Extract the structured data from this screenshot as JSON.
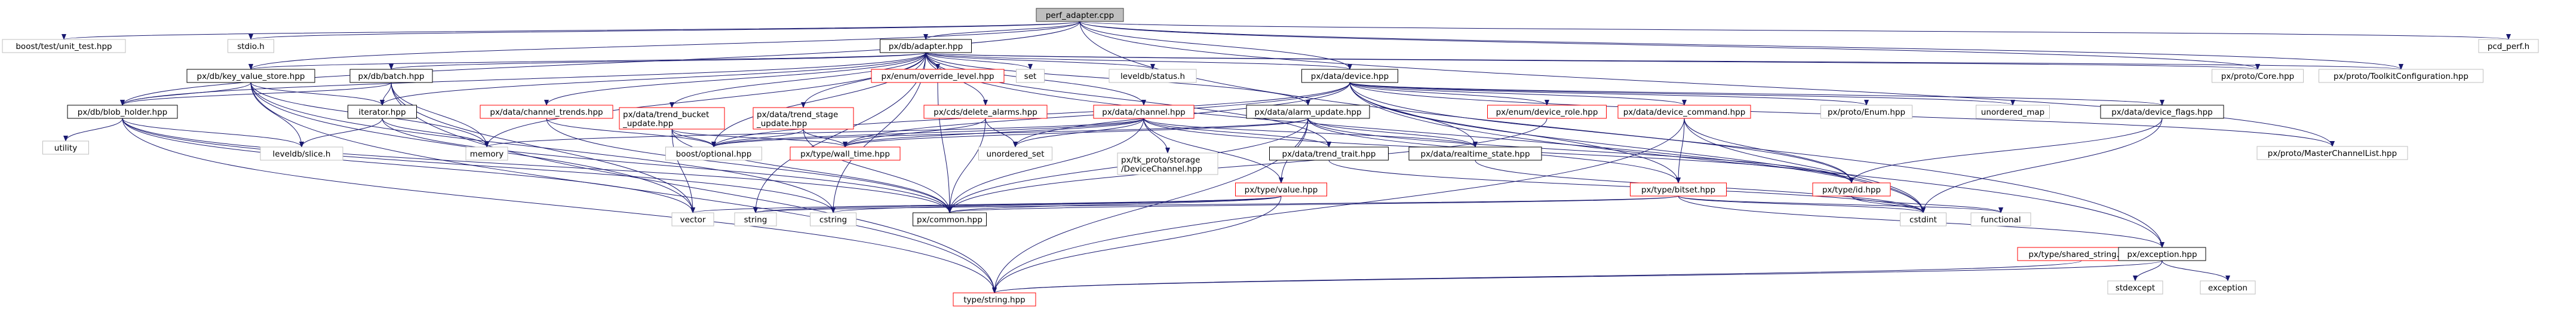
{
  "graph": {
    "nodes": [
      {
        "id": "root",
        "label": "perf_adapter.cpp",
        "kind": "root"
      },
      {
        "id": "unit_test",
        "label": "boost/test/unit_test.hpp",
        "kind": "system"
      },
      {
        "id": "stdio",
        "label": "stdio.h",
        "kind": "system"
      },
      {
        "id": "pcd_perf",
        "label": "pcd_perf.h",
        "kind": "system"
      },
      {
        "id": "adapter",
        "label": "px/db/adapter.hpp",
        "kind": "local"
      },
      {
        "id": "kv_store",
        "label": "px/db/key_value_store.hpp",
        "kind": "local"
      },
      {
        "id": "batch",
        "label": "px/db/batch.hpp",
        "kind": "local"
      },
      {
        "id": "blob_holder",
        "label": "px/db/blob_holder.hpp",
        "kind": "local"
      },
      {
        "id": "iterator",
        "label": "iterator.hpp",
        "kind": "local"
      },
      {
        "id": "utility",
        "label": "utility",
        "kind": "system"
      },
      {
        "id": "leveldb_slice",
        "label": "leveldb/slice.h",
        "kind": "system"
      },
      {
        "id": "memory",
        "label": "memory",
        "kind": "system"
      },
      {
        "id": "channel_trends",
        "label": "px/data/channel_trends.hpp",
        "kind": "missing"
      },
      {
        "id": "trend_bucket",
        "label": "px/data/trend_bucket\n_update.hpp",
        "kind": "missing"
      },
      {
        "id": "trend_stage",
        "label": "px/data/trend_stage\n_update.hpp",
        "kind": "missing"
      },
      {
        "id": "override_level",
        "label": "px/enum/override_level.hpp",
        "kind": "missing"
      },
      {
        "id": "delete_alarms",
        "label": "px/cds/delete_alarms.hpp",
        "kind": "missing"
      },
      {
        "id": "channel",
        "label": "px/data/channel.hpp",
        "kind": "missing"
      },
      {
        "id": "alarm_update",
        "label": "px/data/alarm_update.hpp",
        "kind": "local"
      },
      {
        "id": "set",
        "label": "set",
        "kind": "system"
      },
      {
        "id": "leveldb_status",
        "label": "leveldb/status.h",
        "kind": "system"
      },
      {
        "id": "device",
        "label": "px/data/device.hpp",
        "kind": "local"
      },
      {
        "id": "device_role",
        "label": "px/enum/device_role.hpp",
        "kind": "missing"
      },
      {
        "id": "device_command",
        "label": "px/data/device_command.hpp",
        "kind": "missing"
      },
      {
        "id": "proto_enum",
        "label": "px/proto/Enum.hpp",
        "kind": "system"
      },
      {
        "id": "unordered_map",
        "label": "unordered_map",
        "kind": "system"
      },
      {
        "id": "device_flags",
        "label": "px/data/device_flags.hpp",
        "kind": "local"
      },
      {
        "id": "proto_core",
        "label": "px/proto/Core.hpp",
        "kind": "system"
      },
      {
        "id": "toolkit_config",
        "label": "px/proto/ToolkitConfiguration.hpp",
        "kind": "system"
      },
      {
        "id": "master_channel",
        "label": "px/proto/MasterChannelList.hpp",
        "kind": "system"
      },
      {
        "id": "boost_optional",
        "label": "boost/optional.hpp",
        "kind": "system"
      },
      {
        "id": "wall_time",
        "label": "px/type/wall_time.hpp",
        "kind": "missing"
      },
      {
        "id": "unordered_set",
        "label": "unordered_set",
        "kind": "system"
      },
      {
        "id": "tk_storage",
        "label": "px/tk_proto/storage\n/DeviceChannel.hpp",
        "kind": "system"
      },
      {
        "id": "trend_trait",
        "label": "px/data/trend_trait.hpp",
        "kind": "local"
      },
      {
        "id": "realtime_state",
        "label": "px/data/realtime_state.hpp",
        "kind": "local"
      },
      {
        "id": "type_value",
        "label": "px/type/value.hpp",
        "kind": "missing"
      },
      {
        "id": "bitset",
        "label": "px/type/bitset.hpp",
        "kind": "missing"
      },
      {
        "id": "type_id",
        "label": "px/type/id.hpp",
        "kind": "missing"
      },
      {
        "id": "common",
        "label": "px/common.hpp",
        "kind": "local"
      },
      {
        "id": "vector",
        "label": "vector",
        "kind": "system"
      },
      {
        "id": "string",
        "label": "string",
        "kind": "system"
      },
      {
        "id": "cstring",
        "label": "cstring",
        "kind": "system"
      },
      {
        "id": "cstdint",
        "label": "cstdint",
        "kind": "system"
      },
      {
        "id": "functional",
        "label": "functional",
        "kind": "system"
      },
      {
        "id": "shared_string",
        "label": "px/type/shared_string.hpp",
        "kind": "missing"
      },
      {
        "id": "exception_hpp",
        "label": "px/exception.hpp",
        "kind": "local"
      },
      {
        "id": "stdexcept",
        "label": "stdexcept",
        "kind": "system"
      },
      {
        "id": "exception",
        "label": "exception",
        "kind": "system"
      },
      {
        "id": "type_string",
        "label": "type/string.hpp",
        "kind": "missing"
      }
    ],
    "edges": [
      [
        "root",
        "unit_test"
      ],
      [
        "root",
        "stdio"
      ],
      [
        "root",
        "adapter"
      ],
      [
        "root",
        "kv_store"
      ],
      [
        "root",
        "blob_holder"
      ],
      [
        "root",
        "device"
      ],
      [
        "root",
        "proto_core"
      ],
      [
        "root",
        "toolkit_config"
      ],
      [
        "root",
        "master_channel"
      ],
      [
        "root",
        "pcd_perf"
      ],
      [
        "root",
        "exception_hpp"
      ],
      [
        "adapter",
        "kv_store"
      ],
      [
        "adapter",
        "batch"
      ],
      [
        "adapter",
        "blob_holder"
      ],
      [
        "adapter",
        "iterator"
      ],
      [
        "adapter",
        "channel_trends"
      ],
      [
        "adapter",
        "trend_bucket"
      ],
      [
        "adapter",
        "trend_stage"
      ],
      [
        "adapter",
        "override_level"
      ],
      [
        "adapter",
        "delete_alarms"
      ],
      [
        "adapter",
        "channel"
      ],
      [
        "adapter",
        "alarm_update"
      ],
      [
        "adapter",
        "set"
      ],
      [
        "adapter",
        "leveldb_status"
      ],
      [
        "adapter",
        "device"
      ],
      [
        "adapter",
        "proto_core"
      ],
      [
        "adapter",
        "toolkit_config"
      ],
      [
        "adapter",
        "memory"
      ],
      [
        "adapter",
        "trend_trait"
      ],
      [
        "adapter",
        "boost_optional"
      ],
      [
        "adapter",
        "string"
      ],
      [
        "adapter",
        "cstring"
      ],
      [
        "adapter",
        "cstdint"
      ],
      [
        "kv_store",
        "blob_holder"
      ],
      [
        "kv_store",
        "iterator"
      ],
      [
        "kv_store",
        "memory"
      ],
      [
        "kv_store",
        "leveldb_slice"
      ],
      [
        "kv_store",
        "vector"
      ],
      [
        "kv_store",
        "type_string"
      ],
      [
        "kv_store",
        "cstring"
      ],
      [
        "batch",
        "blob_holder"
      ],
      [
        "batch",
        "iterator"
      ],
      [
        "batch",
        "memory"
      ],
      [
        "batch",
        "type_string"
      ],
      [
        "batch",
        "vector"
      ],
      [
        "blob_holder",
        "utility"
      ],
      [
        "blob_holder",
        "leveldb_slice"
      ],
      [
        "blob_holder",
        "vector"
      ],
      [
        "blob_holder",
        "common"
      ],
      [
        "blob_holder",
        "type_string"
      ],
      [
        "blob_holder",
        "cstring"
      ],
      [
        "iterator",
        "leveldb_slice"
      ],
      [
        "iterator",
        "memory"
      ],
      [
        "iterator",
        "common"
      ],
      [
        "channel_trends",
        "boost_optional"
      ],
      [
        "channel_trends",
        "common"
      ],
      [
        "trend_bucket",
        "boost_optional"
      ],
      [
        "trend_bucket",
        "wall_time"
      ],
      [
        "trend_bucket",
        "vector"
      ],
      [
        "trend_bucket",
        "common"
      ],
      [
        "trend_stage",
        "wall_time"
      ],
      [
        "trend_stage",
        "boost_optional"
      ],
      [
        "trend_stage",
        "common"
      ],
      [
        "override_level",
        "common"
      ],
      [
        "delete_alarms",
        "wall_time"
      ],
      [
        "delete_alarms",
        "unordered_set"
      ],
      [
        "delete_alarms",
        "common"
      ],
      [
        "channel",
        "memory"
      ],
      [
        "channel",
        "boost_optional"
      ],
      [
        "channel",
        "wall_time"
      ],
      [
        "channel",
        "unordered_set"
      ],
      [
        "channel",
        "tk_storage"
      ],
      [
        "channel",
        "trend_trait"
      ],
      [
        "channel",
        "realtime_state"
      ],
      [
        "channel",
        "type_value"
      ],
      [
        "channel",
        "common"
      ],
      [
        "channel",
        "type_id"
      ],
      [
        "alarm_update",
        "wall_time"
      ],
      [
        "alarm_update",
        "type_value"
      ],
      [
        "alarm_update",
        "realtime_state"
      ],
      [
        "alarm_update",
        "type_string"
      ],
      [
        "alarm_update",
        "common"
      ],
      [
        "alarm_update",
        "type_id"
      ],
      [
        "alarm_update",
        "boost_optional"
      ],
      [
        "alarm_update",
        "bitset"
      ],
      [
        "device",
        "device_role"
      ],
      [
        "device",
        "device_command"
      ],
      [
        "device",
        "proto_enum"
      ],
      [
        "device",
        "unordered_map"
      ],
      [
        "device",
        "device_flags"
      ],
      [
        "device",
        "bitset"
      ],
      [
        "device",
        "type_id"
      ],
      [
        "device",
        "wall_time"
      ],
      [
        "device",
        "realtime_state"
      ],
      [
        "device",
        "boost_optional"
      ],
      [
        "device",
        "cstdint"
      ],
      [
        "device",
        "unordered_set"
      ],
      [
        "device",
        "master_channel"
      ],
      [
        "device",
        "exception_hpp"
      ],
      [
        "device_role",
        "common"
      ],
      [
        "device_command",
        "bitset"
      ],
      [
        "device_command",
        "type_id"
      ],
      [
        "device_command",
        "cstdint"
      ],
      [
        "device_command",
        "type_string"
      ],
      [
        "device_flags",
        "type_id"
      ],
      [
        "device_flags",
        "cstdint"
      ],
      [
        "trend_trait",
        "cstdint"
      ],
      [
        "realtime_state",
        "cstdint"
      ],
      [
        "type_value",
        "vector"
      ],
      [
        "type_value",
        "string"
      ],
      [
        "type_value",
        "cstring"
      ],
      [
        "type_value",
        "common"
      ],
      [
        "type_value",
        "type_string"
      ],
      [
        "bitset",
        "cstdint"
      ],
      [
        "bitset",
        "functional"
      ],
      [
        "bitset",
        "exception_hpp"
      ],
      [
        "bitset",
        "string"
      ],
      [
        "bitset",
        "common"
      ],
      [
        "type_id",
        "cstdint"
      ],
      [
        "type_id",
        "functional"
      ],
      [
        "shared_string",
        "type_string"
      ],
      [
        "exception_hpp",
        "stdexcept"
      ],
      [
        "exception_hpp",
        "exception"
      ],
      [
        "exception_hpp",
        "type_string"
      ]
    ]
  }
}
